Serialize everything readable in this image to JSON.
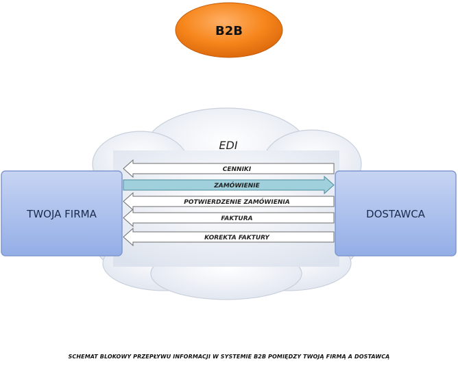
{
  "badge": {
    "label": "B2B"
  },
  "cloud": {
    "label": "EDI"
  },
  "left_box": {
    "label": "TWOJA FIRMA"
  },
  "right_box": {
    "label": "DOSTAWCA"
  },
  "flows": [
    {
      "label": "CENNIKI",
      "direction": "left",
      "highlight": false
    },
    {
      "label": "ZAMÓWIENIE",
      "direction": "right",
      "highlight": true
    },
    {
      "label": "POTWIERDZENIE ZAMÓWIENIA",
      "direction": "left",
      "highlight": false
    },
    {
      "label": "FAKTURA",
      "direction": "left",
      "highlight": false
    },
    {
      "label": "KOREKTA FAKTURY",
      "direction": "left",
      "highlight": false
    }
  ],
  "caption": "SCHEMAT BLOKOWY PRZEPŁYWU INFORMACJI W SYSTEMIE B2B POMIĘDZY TWOJĄ FIRMĄ A DOSTAWCĄ",
  "colors": {
    "badge": "#f37d13",
    "box": "#a9bde9",
    "highlight_arrow": "#9fd0dc",
    "cloud": "#eef1f6"
  }
}
